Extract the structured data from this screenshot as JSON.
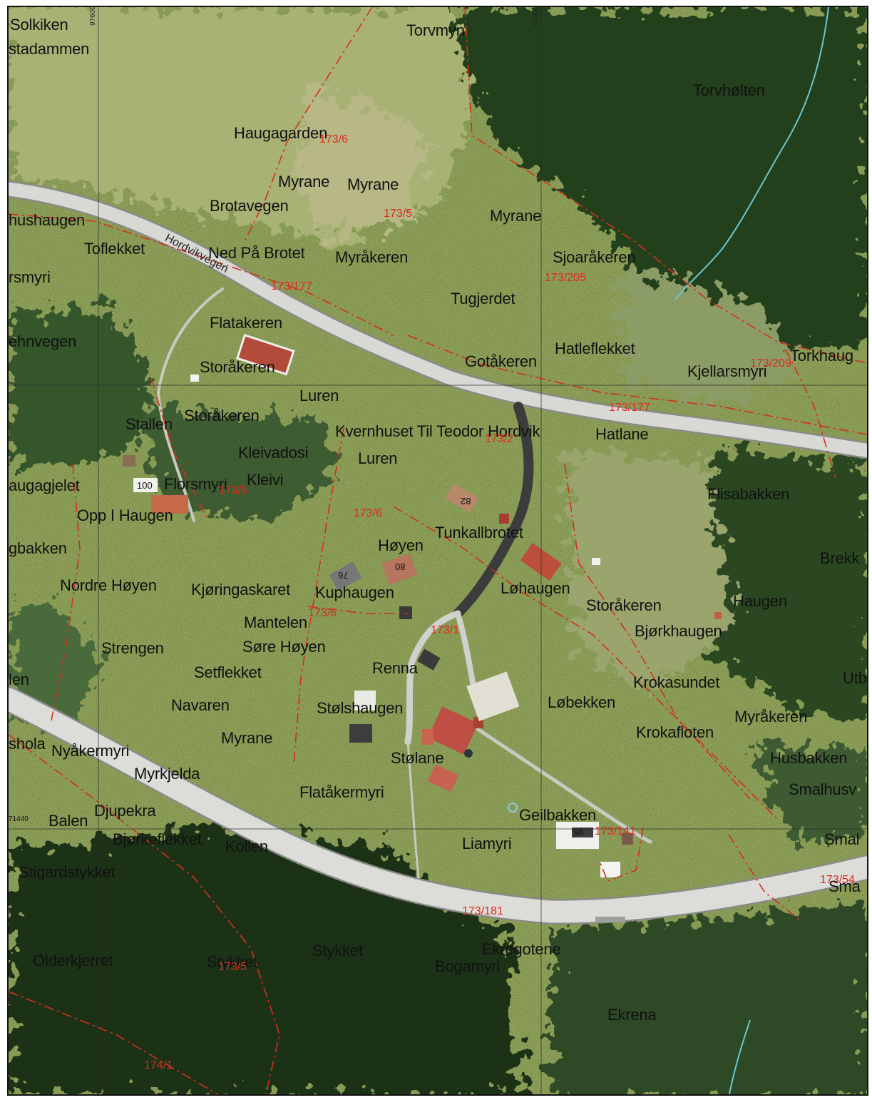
{
  "map": {
    "colors": {
      "field_light": "#9dab63",
      "field_mid": "#7f9a4a",
      "forest": "#1f3718",
      "forest_mid": "#34512a",
      "road": "#d8d8d4",
      "road_edge": "#8a8a86",
      "boundary": "#d2301f",
      "grid": "#2a2a2a",
      "stream": "#6cc6d2",
      "roof_red": "#b44a3a",
      "roof_dark": "#3a3a3a",
      "house_white": "#eeeeea"
    },
    "icons": [
      "building-icon"
    ],
    "road_name": "Hordvikvegen",
    "grid_labels": [
      "97600",
      "97800",
      "71440"
    ],
    "place_names": [
      "Solkiken",
      "stadammen",
      "Torvmyn",
      "Torvhølten",
      "Haugagarden",
      "Myrane",
      "Myrane",
      "Brotavegen",
      "hushaugen",
      "Myrane",
      "Toflekket",
      "Ned På Brotet",
      "Myråkeren",
      "Sjoaråkeren",
      "rsmyri",
      "Tugjerdet",
      "Flatakeren",
      "ehnvegen",
      "Gotåkeren",
      "Hatleflekket",
      "Torkhaug",
      "Storåkeren",
      "Kjellarsmyri",
      "Luren",
      "Stallen",
      "Storåkeren",
      "Kvernhuset Til Teodor Hordvik",
      "Hatlane",
      "Kleivadosi",
      "Luren",
      "augagjelet",
      "Florsmyri",
      "Kleivi",
      "Flisabakken",
      "Opp I Haugen",
      "Tunkallbrotet",
      "gbakken",
      "Høyen",
      "Brekk",
      "Nordre Høyen",
      "Kjøringaskaret",
      "Kuphaugen",
      "Løhaugen",
      "Storåkeren",
      "Haugen",
      "Mantelen",
      "Bjørkhaugen",
      "Strengen",
      "Søre Høyen",
      "Setflekket",
      "Renna",
      "Krokasundet",
      "len",
      "Utbr",
      "Navaren",
      "Stølshaugen",
      "Løbekken",
      "Myråkeren",
      "Krokafloten",
      "Myrane",
      "shola",
      "Nyåkermyri",
      "Stølane",
      "Husbakken",
      "Myrkjelda",
      "Smalhusv",
      "Flatåkermyri",
      "Djupekra",
      "Geilbakken",
      "Balen",
      "Bjørkeflekket",
      "Kollen",
      "Liamyri",
      "Smal",
      "Stigardstykket",
      "Sma",
      "Olderkjerret",
      "Stykket",
      "Stykket",
      "Ekregotene",
      "Bogamyri",
      "Ekrena"
    ],
    "parcel_numbers": [
      "173/6",
      "173/5",
      "173/177",
      "173/205",
      "173/209",
      "173/177",
      "173/2",
      "173/5",
      "173/6",
      "173/6",
      "173/1",
      "173/141",
      "173/181",
      "173/54",
      "173/5",
      "174/1"
    ],
    "house_numbers": [
      "100",
      "82",
      "76",
      "80",
      "98"
    ]
  }
}
